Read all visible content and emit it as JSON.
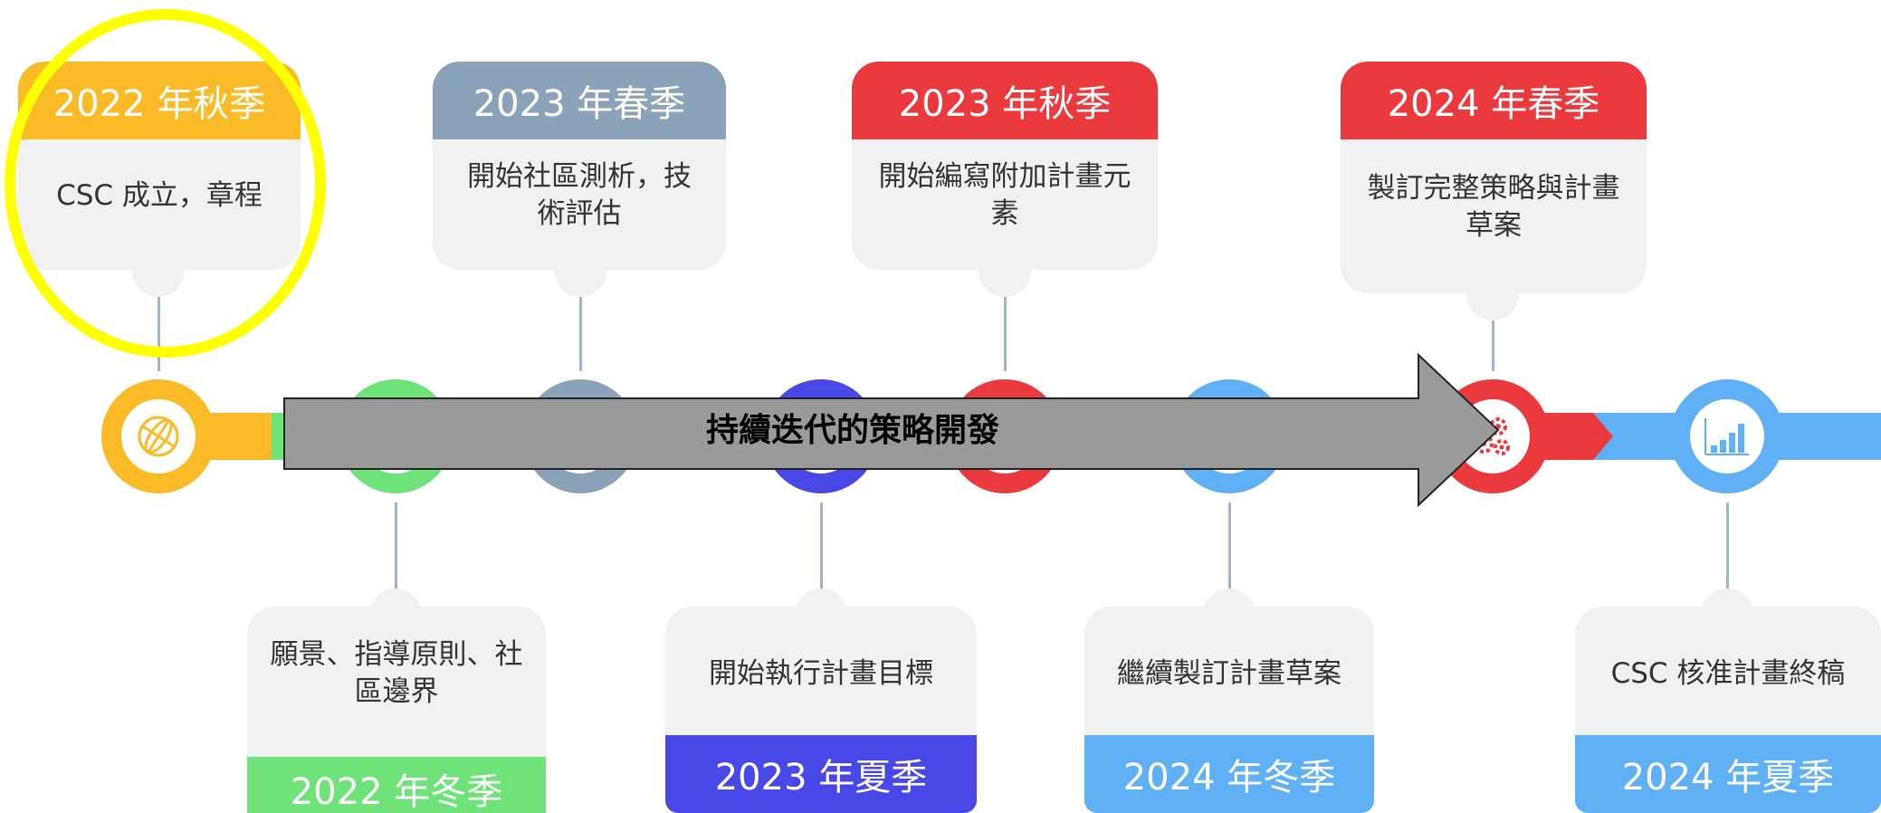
{
  "colors": {
    "orange": "#fbbb28",
    "green": "#6fe27a",
    "slate": "#8aa3b8",
    "indigo": "#4848e6",
    "red": "#ea3a3e",
    "blue": "#60b0f6",
    "card_bg": "#f1f1f1",
    "arrow_fill": "#9a9a9a",
    "highlight": "#ffff00"
  },
  "milestones": [
    {
      "id": "fall-2022",
      "heading": "2022 年秋季",
      "text": "CSC 成立，章程",
      "color": "orange",
      "position": "top",
      "icon": "globe-icon"
    },
    {
      "id": "winter-2022",
      "heading": "2022 年冬季",
      "text": "願景、指導原則、社區邊界",
      "color": "green",
      "position": "bottom",
      "icon": ""
    },
    {
      "id": "spring-2023",
      "heading": "2023 年春季",
      "text": "開始社區測析，技術評估",
      "color": "slate",
      "position": "top",
      "icon": ""
    },
    {
      "id": "summer-2023",
      "heading": "2023 年夏季",
      "text": "開始執行計畫目標",
      "color": "indigo",
      "position": "bottom",
      "icon": ""
    },
    {
      "id": "fall-2023",
      "heading": "2023 年秋季",
      "text": "開始編寫附加計畫元素",
      "color": "red",
      "position": "top",
      "icon": ""
    },
    {
      "id": "winter-2024",
      "heading": "2024 年冬季",
      "text": "繼續製訂計畫草案",
      "color": "blue",
      "position": "bottom",
      "icon": ""
    },
    {
      "id": "spring-2024",
      "heading": "2024 年春季",
      "text": "製訂完整策略與計畫草案",
      "color": "red",
      "position": "top",
      "icon": "gears-icon"
    },
    {
      "id": "summer-2024",
      "heading": "2024 年夏季",
      "text": "CSC 核准計畫終稿",
      "color": "blue",
      "position": "bottom",
      "icon": "bar-chart-icon"
    }
  ],
  "overlay_arrow": {
    "label": "持續迭代的策略開發"
  }
}
